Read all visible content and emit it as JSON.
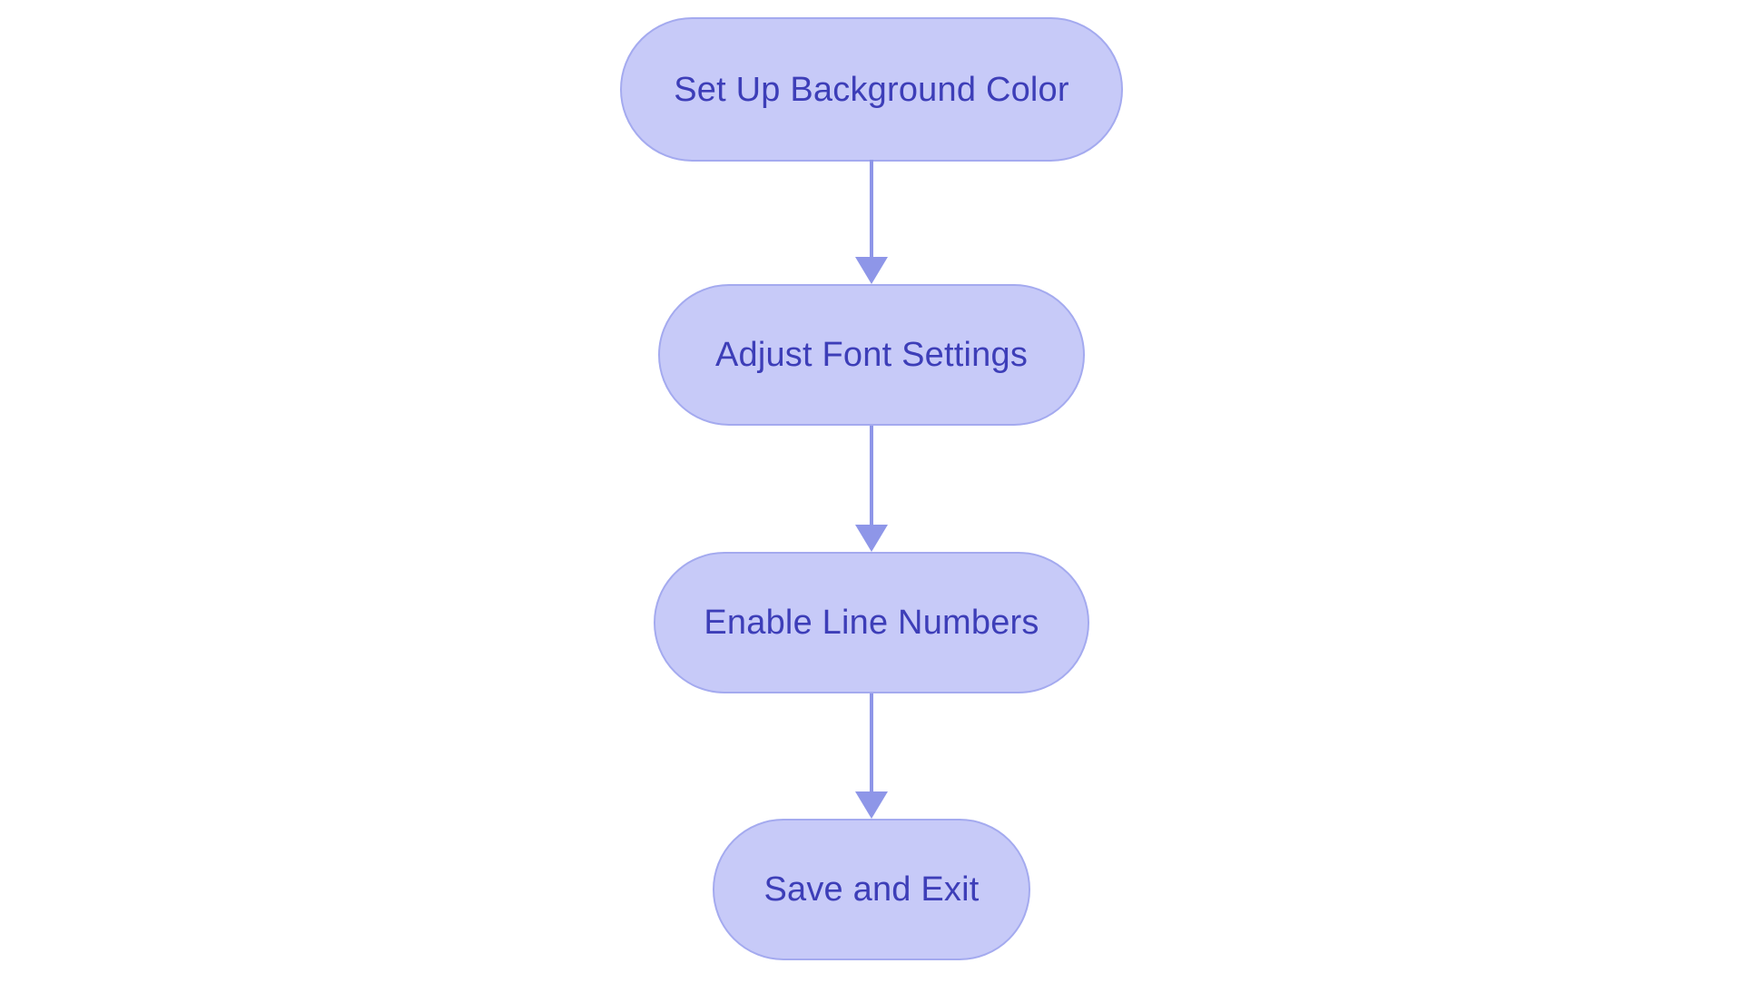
{
  "diagram": {
    "type": "flowchart",
    "direction": "top-down",
    "nodes": [
      {
        "id": "n1",
        "shape": "stadium",
        "label": "Set Up Background Color"
      },
      {
        "id": "n2",
        "shape": "stadium",
        "label": "Adjust Font Settings"
      },
      {
        "id": "n3",
        "shape": "stadium",
        "label": "Enable Line Numbers"
      },
      {
        "id": "n4",
        "shape": "stadium",
        "label": "Save and Exit"
      }
    ],
    "edges": [
      {
        "from": "n1",
        "to": "n2",
        "style": "arrow-down"
      },
      {
        "from": "n2",
        "to": "n3",
        "style": "arrow-down"
      },
      {
        "from": "n3",
        "to": "n4",
        "style": "arrow-down"
      }
    ]
  },
  "colors": {
    "background": "#ffffff",
    "node-fill": "#c7caf8",
    "node-border": "#a4aaef",
    "node-text": "#3d3eb8",
    "arrow": "#8e96e8"
  }
}
